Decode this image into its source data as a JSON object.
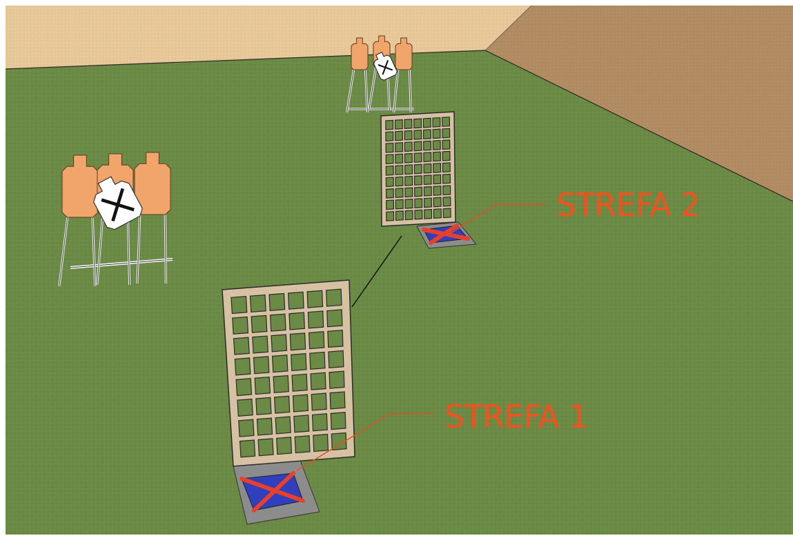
{
  "zones": [
    {
      "id": "zone-1",
      "label": "STREFA 1"
    },
    {
      "id": "zone-2",
      "label": "STREFA 2"
    }
  ],
  "colors": {
    "label": "#f0521e",
    "leader": "#e0502a",
    "ground": "#6b8a46",
    "wall_back": "#e6c597",
    "wall_right": "#b08a60",
    "target": "#f1a56b",
    "barricade": "#d6c2a2",
    "mat": "#8c8c8c",
    "mat_inner": "#2f3fbd",
    "mat_cross": "#e8402a",
    "noshoot": "#ffffff"
  },
  "icons": [
    "paper-target-icon",
    "no-shoot-target-icon",
    "shooting-box-icon",
    "window-barricade-icon"
  ]
}
